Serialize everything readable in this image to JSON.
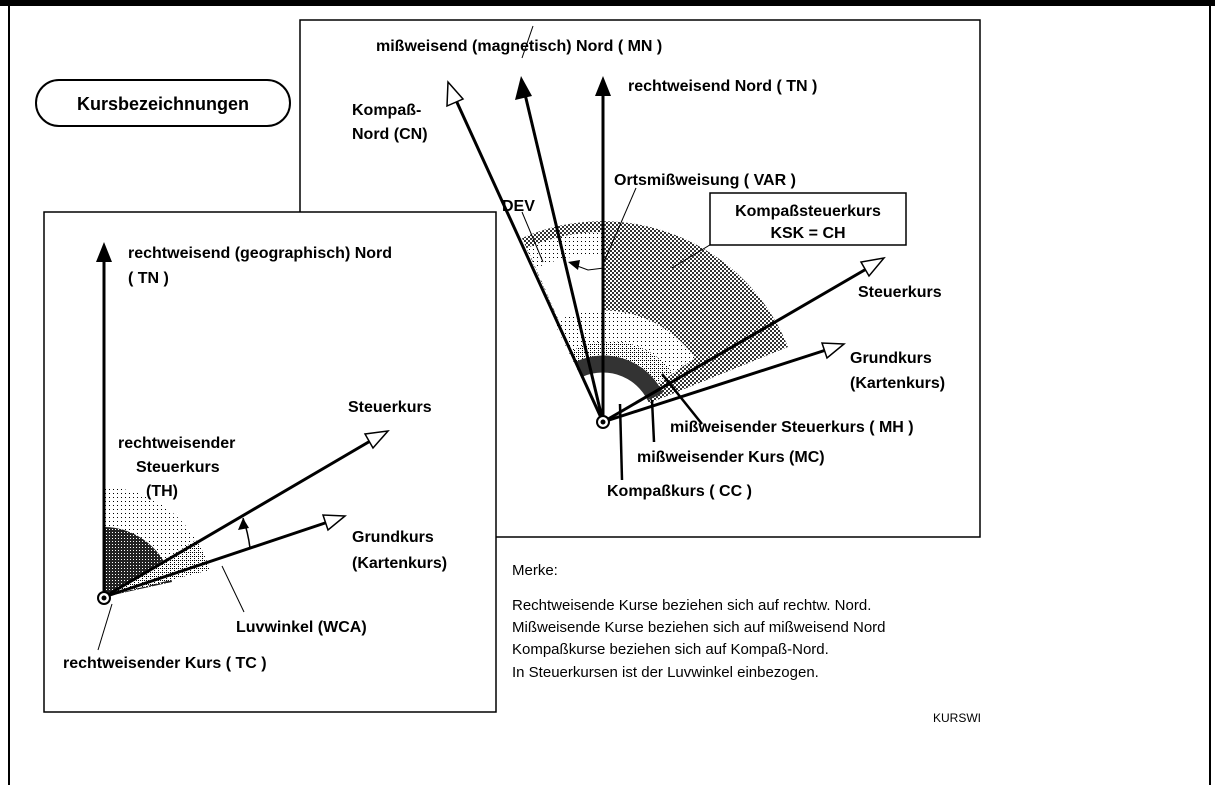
{
  "title": "Kursbezeichnungen",
  "right_panel": {
    "label_mn": "mißweisend (magnetisch) Nord ( MN )",
    "label_tn": "rechtweisend Nord ( TN )",
    "label_cn_line1": "Kompaß-",
    "label_cn_line2": "Nord (CN)",
    "label_dev": "DEV",
    "label_var": "Ortsmißweisung ( VAR )",
    "label_ksk_line1": "Kompaßsteuerkurs",
    "label_ksk_line2": "KSK = CH",
    "label_steuerkurs": "Steuerkurs",
    "label_grundkurs_line1": "Grundkurs",
    "label_grundkurs_line2": "(Kartenkurs)",
    "label_mh": "mißweisender Steuerkurs ( MH )",
    "label_mc": "mißweisender Kurs  (MC)",
    "label_cc": "Kompaßkurs ( CC )"
  },
  "left_panel": {
    "label_tn_line1": "rechtweisend (geographisch) Nord",
    "label_tn_line2": "( TN )",
    "label_steuerkurs": "Steuerkurs",
    "label_th_line1": "rechtweisender",
    "label_th_line2": "Steuerkurs",
    "label_th_line3": "(TH)",
    "label_grundkurs_line1": "Grundkurs",
    "label_grundkurs_line2": "(Kartenkurs)",
    "label_wca": "Luvwinkel (WCA)",
    "label_tc": "rechtweisender Kurs  ( TC )"
  },
  "notes": {
    "heading": "Merke:",
    "line1": "Rechtweisende Kurse beziehen sich auf rechtw. Nord.",
    "line2": "Mißweisende Kurse beziehen sich auf mißweisend Nord",
    "line3": "Kompaßkurse beziehen sich auf Kompaß-Nord.",
    "line4": "In Steuerkursen ist der Luvwinkel einbezogen."
  },
  "footer_code": "KURSWI",
  "colors": {
    "ink": "#000000",
    "dark_sector": "#555555",
    "mid_sector": "#bbbbbb",
    "light_sector": "#dddddd",
    "background": "#ffffff"
  }
}
